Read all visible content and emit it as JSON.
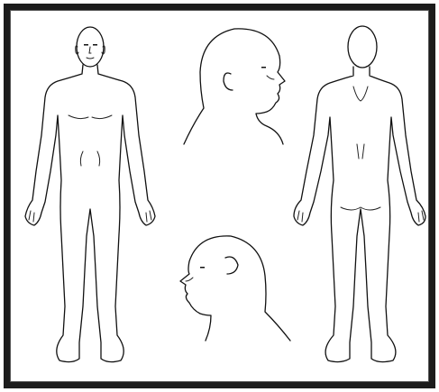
{
  "diagram": {
    "kind": "body-outline-chart",
    "colors": {
      "ink": "#111111",
      "frame": "#1c1c1c",
      "paper": "#ffffff"
    },
    "figures": [
      {
        "name": "body-front"
      },
      {
        "name": "head-right-profile"
      },
      {
        "name": "body-back"
      },
      {
        "name": "head-left-profile"
      }
    ]
  }
}
